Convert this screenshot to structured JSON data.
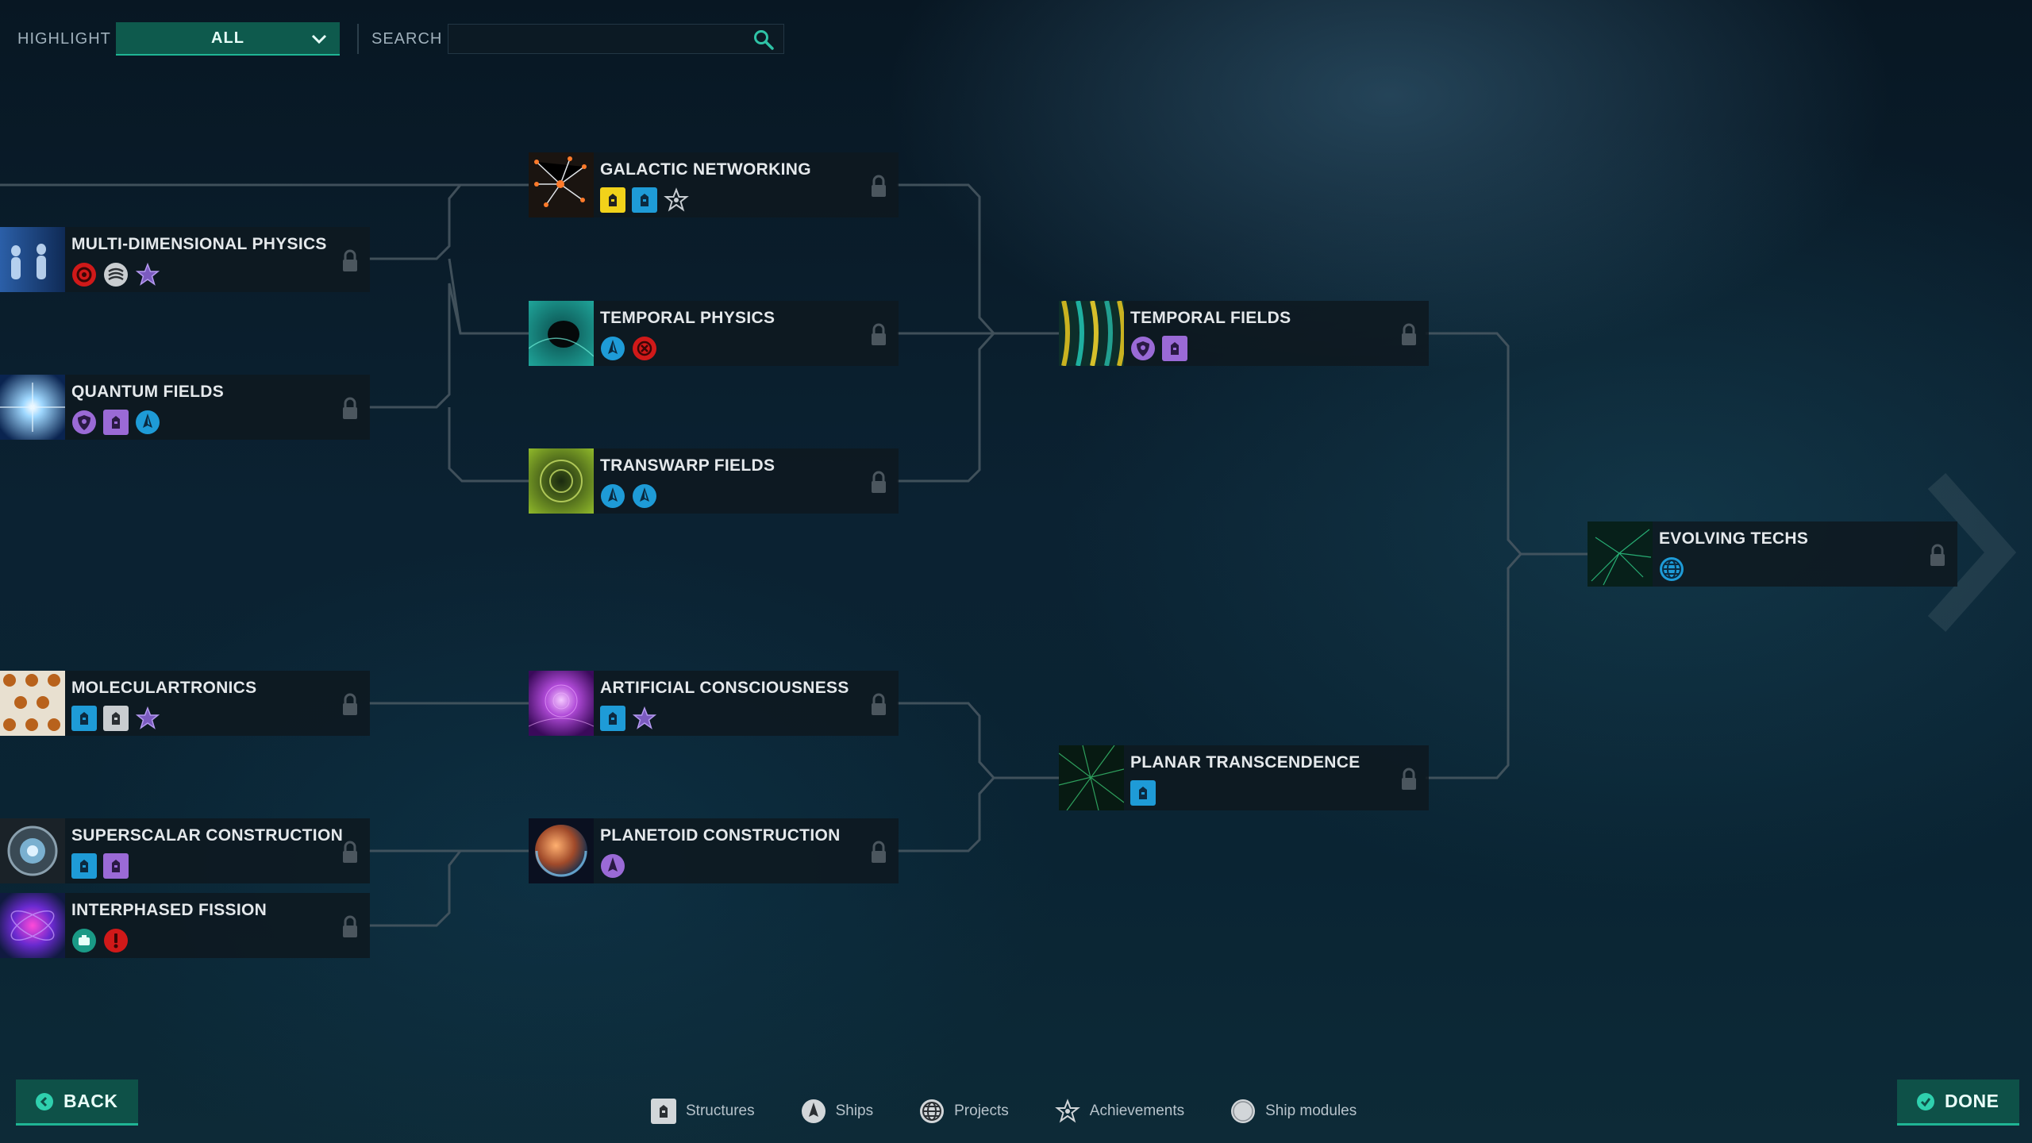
{
  "topbar": {
    "highlight_label": "HIGHLIGHT",
    "highlight_value": "ALL",
    "search_label": "SEARCH",
    "search_value": "",
    "search_placeholder": ""
  },
  "nodes": {
    "galactic_networking": {
      "title": "GALACTIC NETWORKING",
      "icons": [
        "structure-yellow",
        "structure-blue",
        "achievement-grey"
      ]
    },
    "multi_dimensional_physics": {
      "title": "MULTI-DIMENSIONAL PHYSICS",
      "icons": [
        "red-module",
        "grey-module",
        "achievement-purple"
      ]
    },
    "temporal_physics": {
      "title": "TEMPORAL PHYSICS",
      "icons": [
        "ship-blue",
        "red-module"
      ]
    },
    "temporal_fields": {
      "title": "TEMPORAL FIELDS",
      "icons": [
        "shield-purple",
        "structure-purple"
      ]
    },
    "quantum_fields": {
      "title": "QUANTUM FIELDS",
      "icons": [
        "shield-purple",
        "structure-purple",
        "ship-blue"
      ]
    },
    "transwarp_fields": {
      "title": "TRANSWARP FIELDS",
      "icons": [
        "ship-blue",
        "ship-blue"
      ]
    },
    "evolving_techs": {
      "title": "EVOLVING TECHS",
      "icons": [
        "project-blue"
      ]
    },
    "moleculartronics": {
      "title": "MOLECULARTRONICS",
      "icons": [
        "structure-blue",
        "structure-white",
        "achievement-purple"
      ]
    },
    "artificial_consciousness": {
      "title": "ARTIFICIAL CONSCIOUSNESS",
      "icons": [
        "structure-blue",
        "achievement-purple"
      ]
    },
    "planar_transcendence": {
      "title": "PLANAR TRANSCENDENCE",
      "icons": [
        "structure-blue"
      ]
    },
    "superscalar_construction": {
      "title": "SUPERSCALAR CONSTRUCTION",
      "icons": [
        "structure-blue",
        "structure-purple"
      ]
    },
    "planetoid_construction": {
      "title": "PLANETOID CONSTRUCTION",
      "icons": [
        "ship-purple"
      ]
    },
    "interphased_fission": {
      "title": "INTERPHASED FISSION",
      "icons": [
        "teal-module",
        "red-exclaim-module"
      ]
    }
  },
  "footer": {
    "back_label": "BACK",
    "done_label": "DONE",
    "legend": [
      {
        "icon": "structures-icon",
        "label": "Structures"
      },
      {
        "icon": "ships-icon",
        "label": "Ships"
      },
      {
        "icon": "projects-icon",
        "label": "Projects"
      },
      {
        "icon": "achievements-icon",
        "label": "Achievements"
      },
      {
        "icon": "ship-modules-icon",
        "label": "Ship modules"
      }
    ]
  },
  "colors": {
    "accent": "#1fb494",
    "button_bg": "#0e5148",
    "node_bg": "#0e181f",
    "structure_blue": "#1e9bd7",
    "structure_yellow": "#f2d21a",
    "purple": "#9a6ad6",
    "red": "#d01919"
  }
}
